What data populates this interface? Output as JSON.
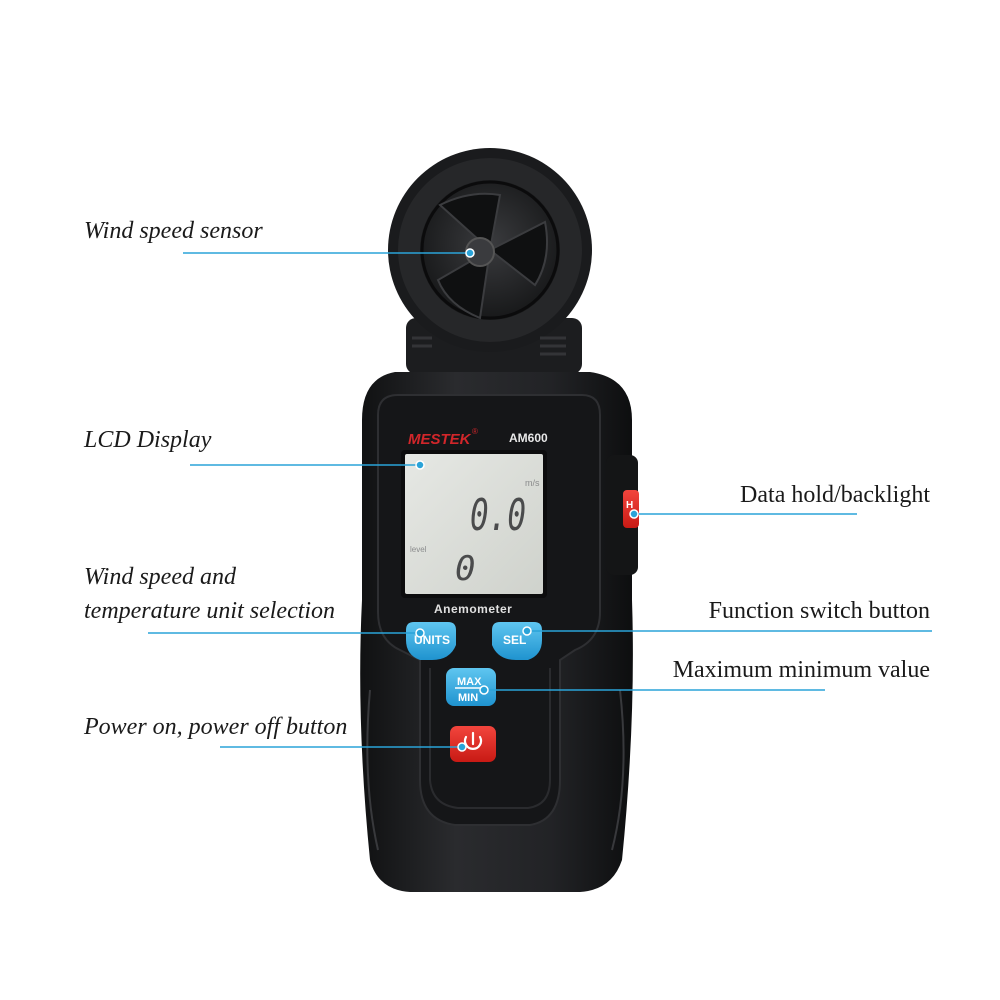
{
  "callouts": {
    "wind_sensor": "Wind speed sensor",
    "lcd": "LCD Display",
    "units_line1": "Wind speed and",
    "units_line2": "temperature unit selection",
    "power": "Power on, power off button",
    "data_hold": "Data hold/backlight",
    "function_switch": "Function switch button",
    "max_min": "Maximum minimum value"
  },
  "device": {
    "brand": "MESTEK",
    "registered_mark": "®",
    "model": "AM600",
    "name": "Anemometer",
    "lcd_main_value": "0.0",
    "lcd_unit": "m/s",
    "lcd_level_label": "level",
    "lcd_level_value": "0",
    "units_button": "UNITS",
    "sel_button": "SEL",
    "max_label": "MAX",
    "min_label": "MIN",
    "hold_button": "H"
  },
  "colors": {
    "leader_line": "#2aa3d8",
    "body_dark": "#1b1c1e",
    "key_blue": "#29a9e0",
    "power_red": "#e0241d",
    "lcd_bg": "#d8dbd6",
    "brand_red": "#d1262a"
  }
}
